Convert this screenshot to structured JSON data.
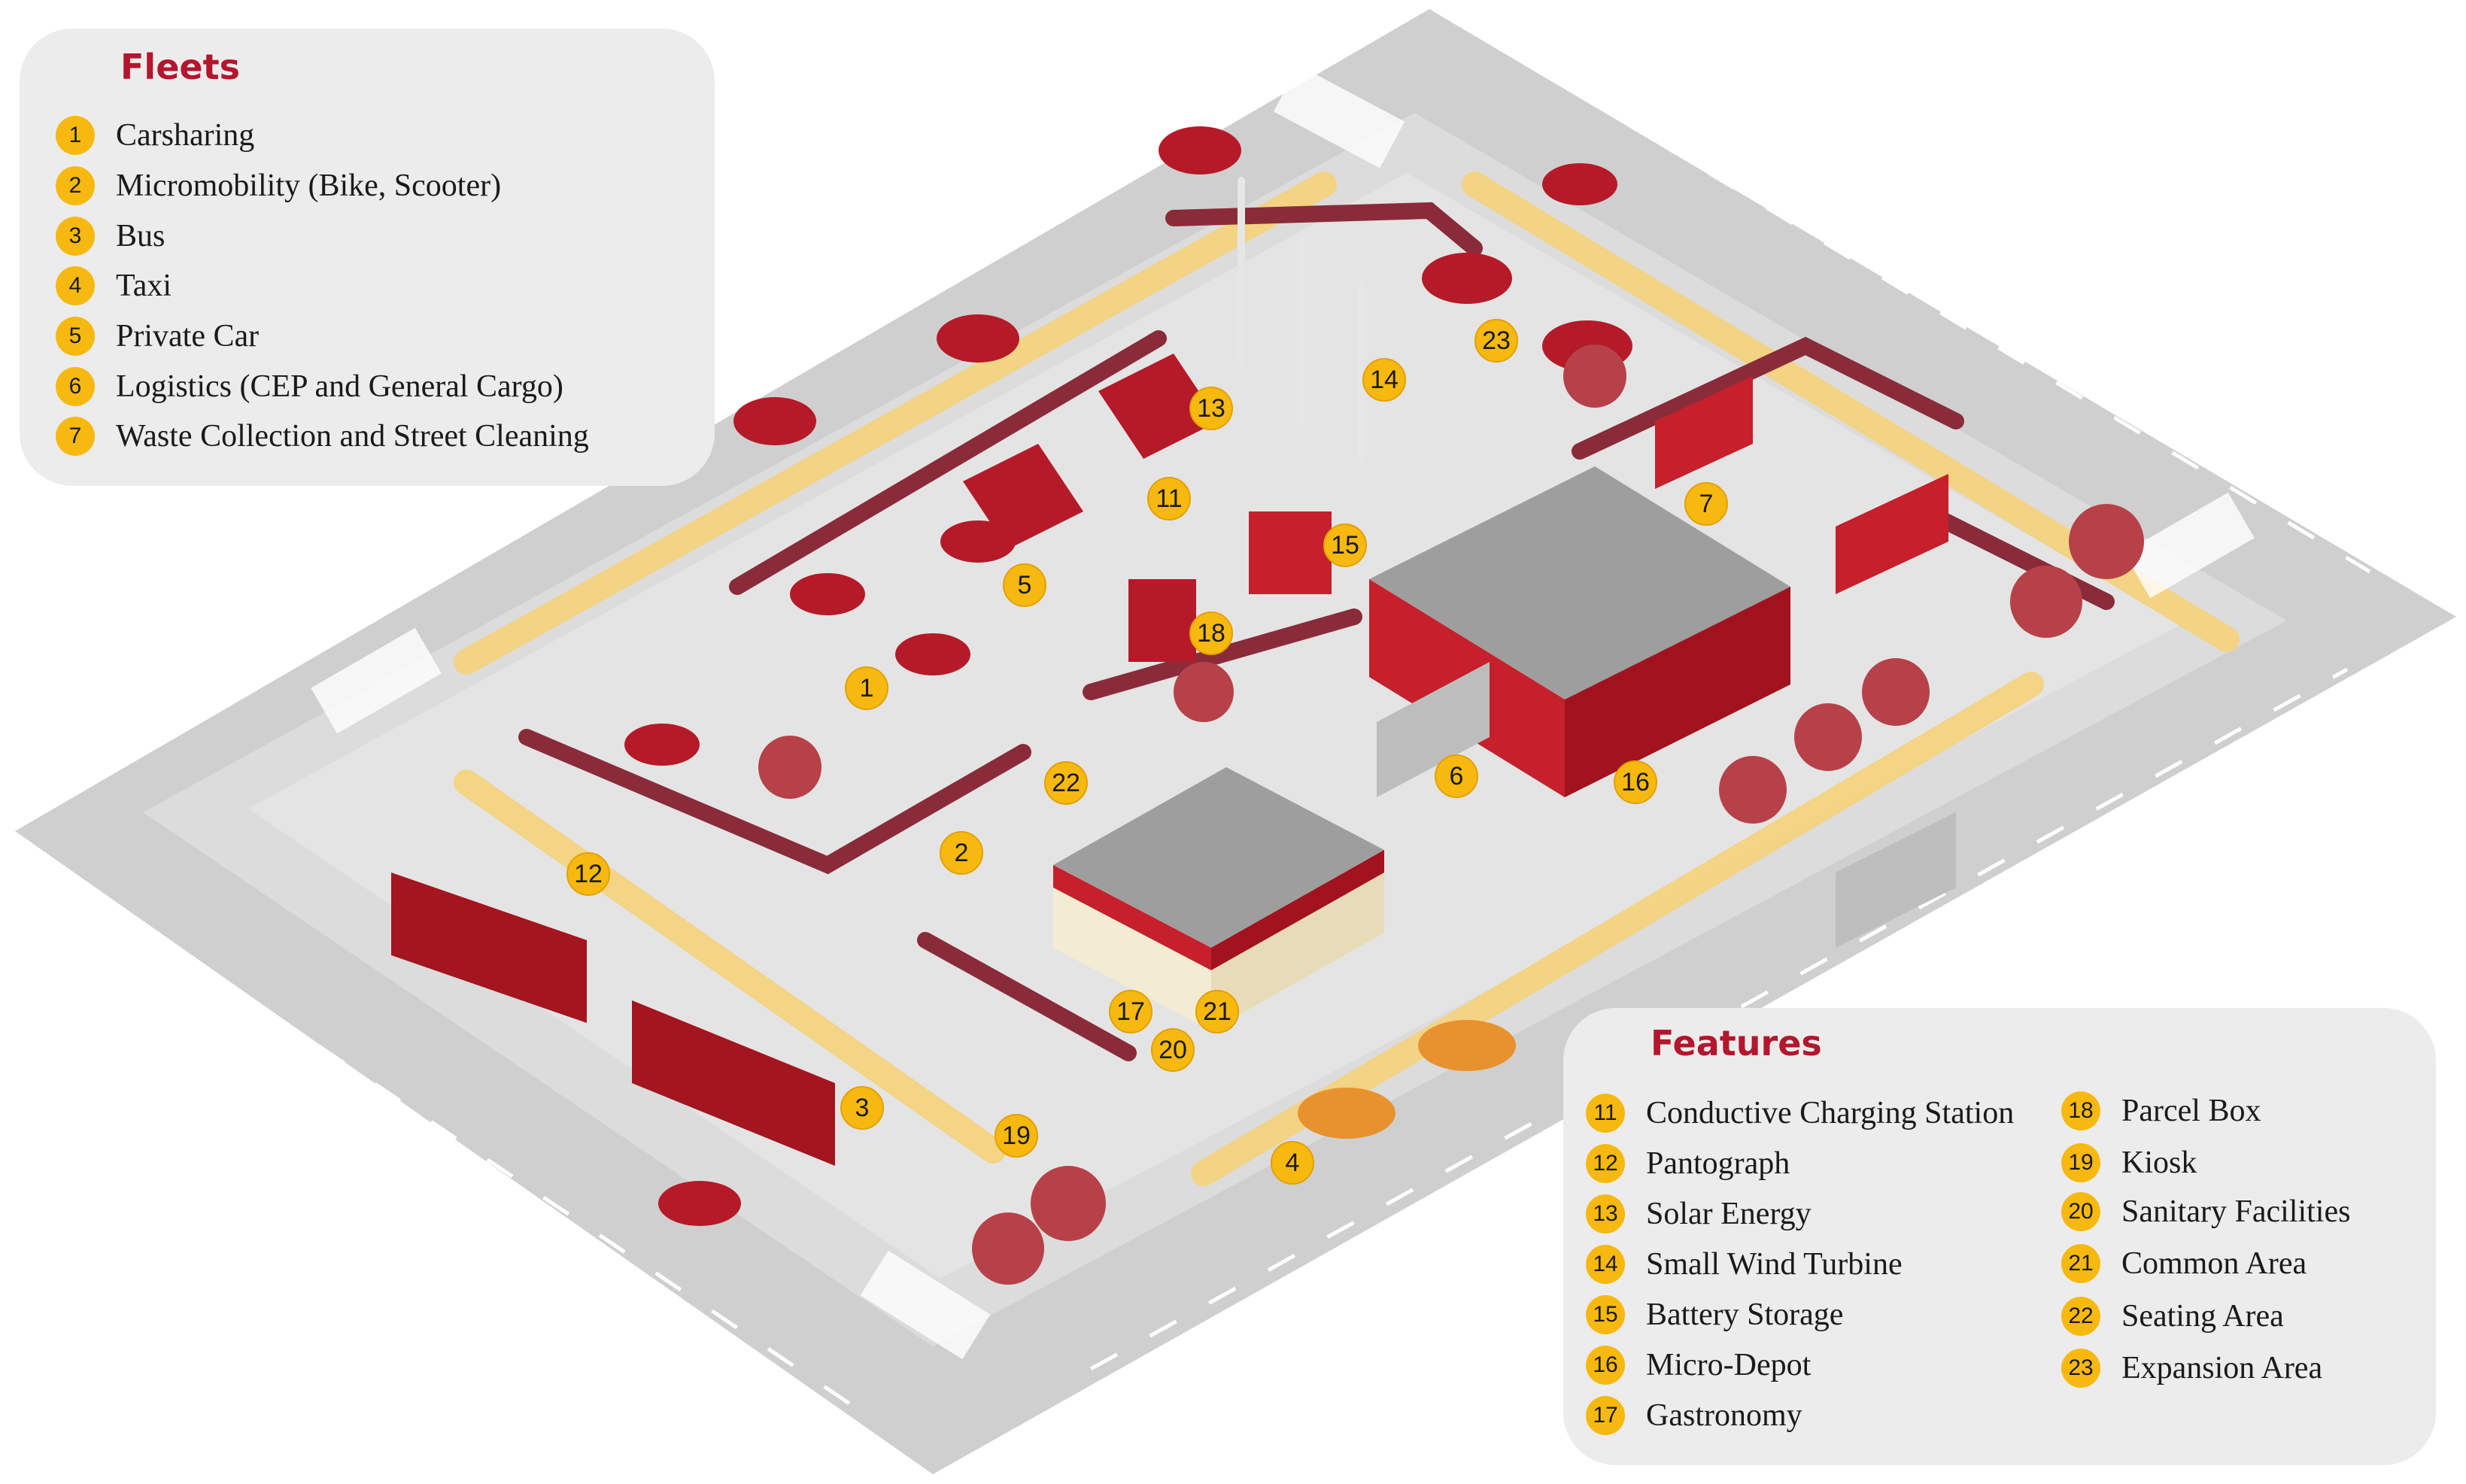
{
  "fleets": {
    "title": "Fleets",
    "items": [
      {
        "num": "1",
        "label": "Carsharing"
      },
      {
        "num": "2",
        "label": "Micromobility (Bike, Scooter)"
      },
      {
        "num": "3",
        "label": "Bus"
      },
      {
        "num": "4",
        "label": "Taxi"
      },
      {
        "num": "5",
        "label": "Private Car"
      },
      {
        "num": "6",
        "label": "Logistics (CEP and General Cargo)"
      },
      {
        "num": "7",
        "label": "Waste Collection and Street Cleaning"
      }
    ]
  },
  "features": {
    "title": "Features",
    "left": [
      {
        "num": "11",
        "label": "Conductive Charging Station"
      },
      {
        "num": "12",
        "label": "Pantograph"
      },
      {
        "num": "13",
        "label": "Solar Energy"
      },
      {
        "num": "14",
        "label": "Small Wind Turbine"
      },
      {
        "num": "15",
        "label": "Battery Storage"
      },
      {
        "num": "16",
        "label": "Micro-Depot"
      },
      {
        "num": "17",
        "label": "Gastronomy"
      }
    ],
    "right": [
      {
        "num": "18",
        "label": "Parcel Box"
      },
      {
        "num": "19",
        "label": "Kiosk"
      },
      {
        "num": "20",
        "label": "Sanitary Facilities"
      },
      {
        "num": "21",
        "label": "Common Area"
      },
      {
        "num": "22",
        "label": "Seating Area"
      },
      {
        "num": "23",
        "label": "Expansion Area"
      }
    ]
  },
  "map_markers": {
    "m1": "1",
    "m2": "2",
    "m3": "3",
    "m4": "4",
    "m5": "5",
    "m6": "6",
    "m7": "7",
    "m11": "11",
    "m12": "12",
    "m13": "13",
    "m14": "14",
    "m15": "15",
    "m16": "16",
    "m17": "17",
    "m18": "18",
    "m19": "19",
    "m20": "20",
    "m21": "21",
    "m22": "22",
    "m23": "23"
  },
  "colors": {
    "accent_red": "#b3162d",
    "marker_yellow": "#f7b90f",
    "road_grey": "#cfcfcf",
    "plaza_grey": "#e2e2e2",
    "building_red": "#c5202b"
  }
}
